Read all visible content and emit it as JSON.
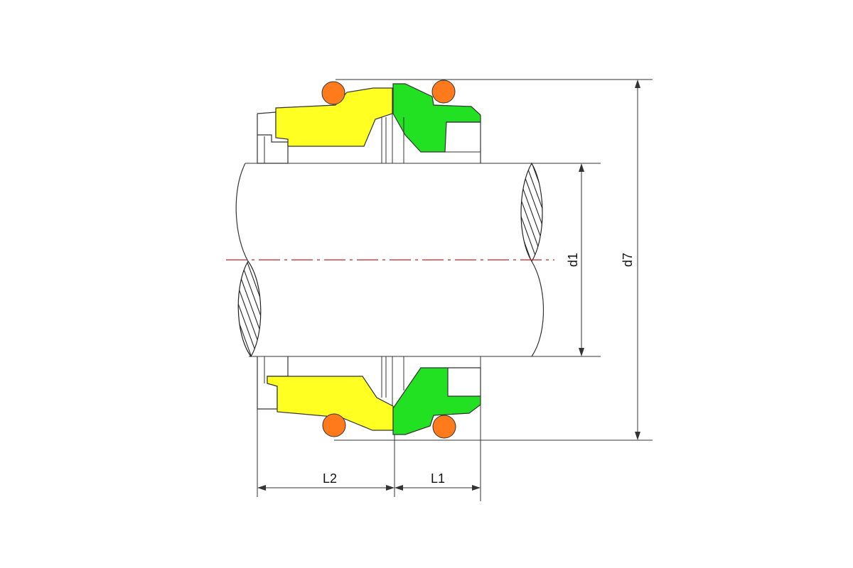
{
  "dimensions": {
    "d1": "d1",
    "d7": "d7",
    "L1": "L1",
    "L2": "L2"
  },
  "colors": {
    "rotating_ring": "#ffff22",
    "stationary_seat": "#22e022",
    "o_ring": "#ff7a1a",
    "centerline": "#cc2222",
    "line": "#333333"
  }
}
